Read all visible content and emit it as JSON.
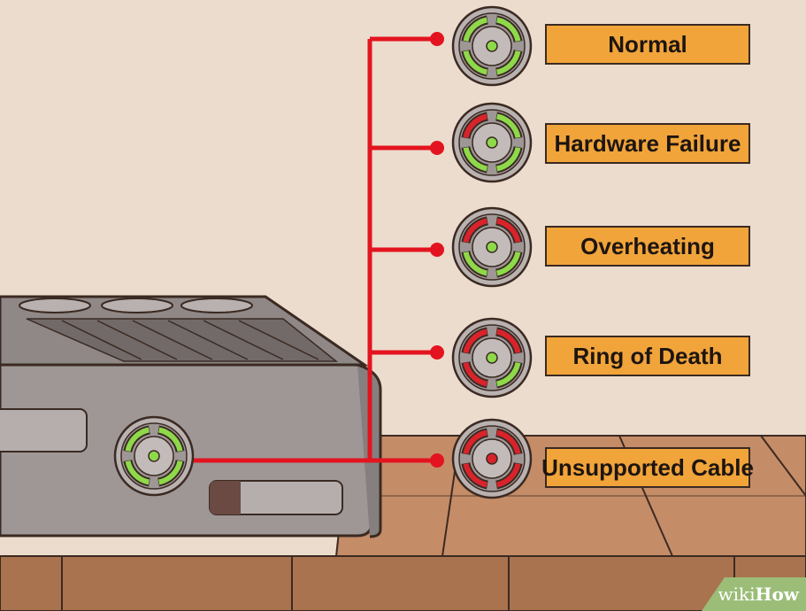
{
  "labels": {
    "normal": "Normal",
    "hardware_failure": "Hardware Failure",
    "overheating": "Overheating",
    "ring_of_death": "Ring of Death",
    "unsupported_cable": "Unsupported Cable"
  },
  "ring_states": [
    {
      "key": "normal",
      "quadrants": [
        "green",
        "green",
        "green",
        "green"
      ],
      "center": "green"
    },
    {
      "key": "hardware_failure",
      "quadrants": [
        "red",
        "green",
        "green",
        "green"
      ],
      "center": "green"
    },
    {
      "key": "overheating",
      "quadrants": [
        "red",
        "red",
        "green",
        "green"
      ],
      "center": "green"
    },
    {
      "key": "ring_of_death",
      "quadrants": [
        "red",
        "red",
        "green",
        "red"
      ],
      "center": "green"
    },
    {
      "key": "unsupported_cable",
      "quadrants": [
        "red",
        "red",
        "red",
        "red"
      ],
      "center": "red"
    }
  ],
  "console_ring": {
    "quadrants": [
      "green",
      "green",
      "green",
      "green"
    ],
    "center": "green"
  },
  "watermark": {
    "wiki": "wiki",
    "how": "How"
  },
  "colors": {
    "wall": "#ecdccd",
    "table": "#c58c68",
    "wire": "#e3141f",
    "label_fill": "#f1a43a",
    "ring_green": "#8ed94a",
    "ring_red": "#d9232b",
    "console_body": "#9e9796"
  }
}
